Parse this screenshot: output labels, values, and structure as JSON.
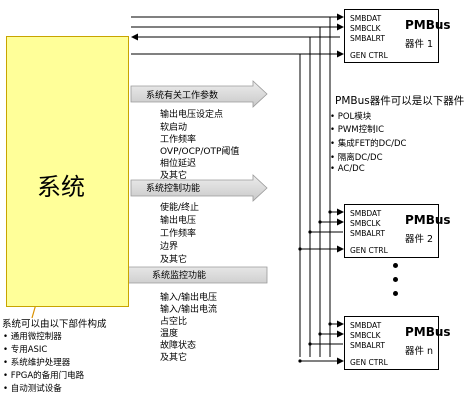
{
  "system": {
    "title": "系统"
  },
  "pmbus_devices": [
    {
      "signals": [
        "SMBDAT",
        "SMBCLK",
        "SMBALRT"
      ],
      "gen_ctrl": "GEN CTRL",
      "title": "PMBus",
      "device": "器件 1"
    },
    {
      "signals": [
        "SMBDAT",
        "SMBCLK",
        "SMBALRT"
      ],
      "gen_ctrl": "GEN CTRL",
      "title": "PMBus",
      "device": "器件 2"
    },
    {
      "signals": [
        "SMBDAT",
        "SMBCLK",
        "SMBALRT"
      ],
      "gen_ctrl": "GEN CTRL",
      "title": "PMBus",
      "device": "器件 n"
    }
  ],
  "groups": [
    {
      "label": "系统有关工作参数",
      "items": [
        "输出电压设定点",
        "软启动",
        "工作频率",
        "OVP/OCP/OTP阈值",
        "相位延迟",
        "及其它"
      ]
    },
    {
      "label": "系统控制功能",
      "items": [
        "使能/终止",
        "输出电压",
        "工作频率",
        "边界",
        "及其它"
      ]
    },
    {
      "label": "系统监控功能",
      "items": [
        "输入/输出电压",
        "输入/输出电流",
        "占空比",
        "温度",
        "故障状态",
        "及其它"
      ]
    }
  ],
  "pmbus_types": {
    "title": "PMBus器件可以是以下器件",
    "items": [
      "• POL模块",
      "• PWM控制IC",
      "• 集成FET的DC/DC",
      "• 隔离DC/DC",
      "• AC/DC"
    ]
  },
  "system_options": {
    "title": "系统可以由以下部件构成",
    "items": [
      "• 通用微控制器",
      "• 专用ASIC",
      "• 系统维护处理器",
      "• FPGA的备用门电路",
      "• 自动测试设备"
    ]
  }
}
